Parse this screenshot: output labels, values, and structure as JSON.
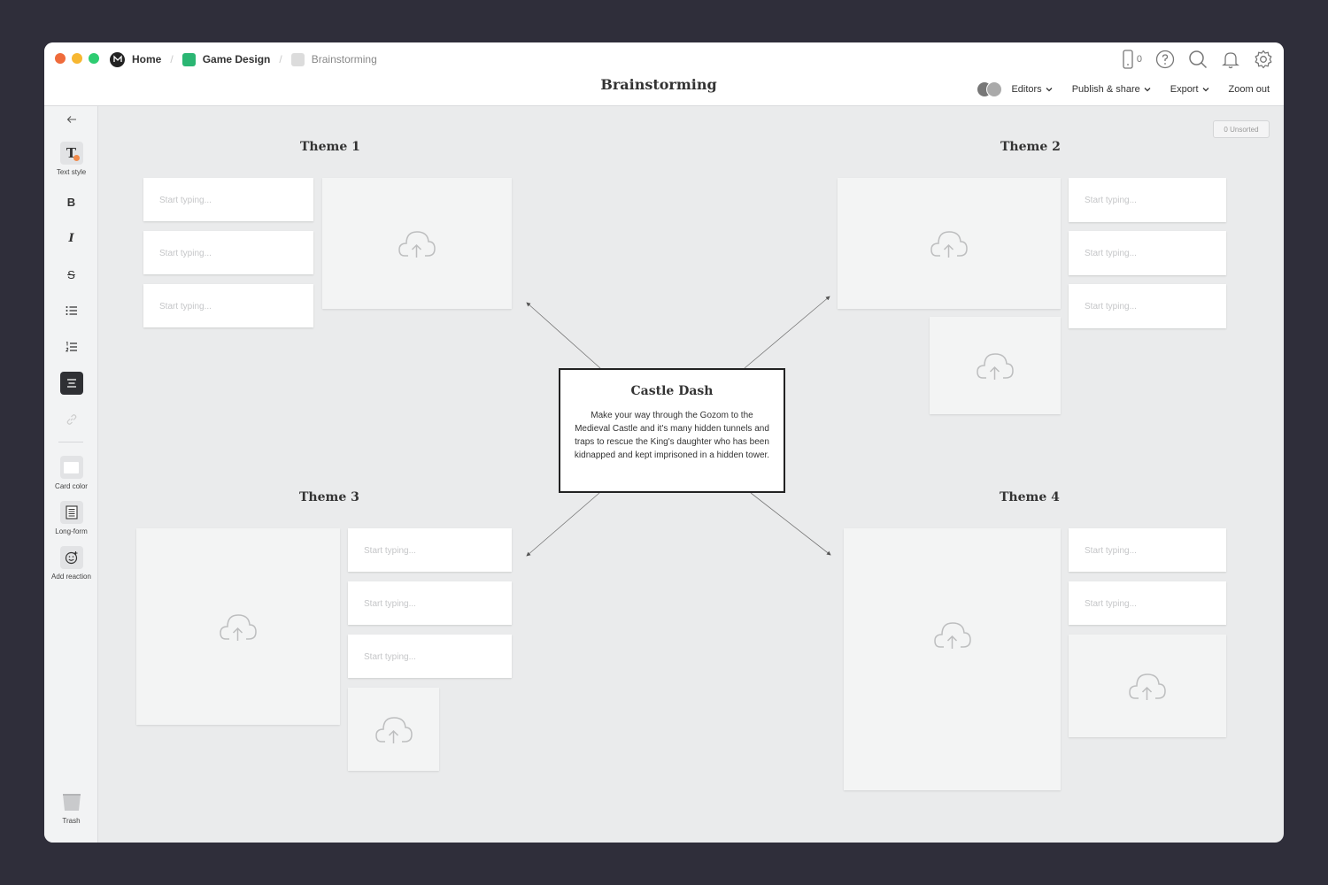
{
  "window_controls": {
    "close": "#ef6b3b",
    "minimize": "#f7b731",
    "maximize": "#2ecc71"
  },
  "breadcrumbs": [
    {
      "label": "Home"
    },
    {
      "label": "Game Design",
      "color": "#2bb673"
    },
    {
      "label": "Brainstorming",
      "color": "#dcdcdc"
    }
  ],
  "page_title": "Brainstorming",
  "top_icons": {
    "device_count": "0"
  },
  "menu": {
    "editors": "Editors",
    "publish": "Publish & share",
    "export": "Export",
    "zoom": "Zoom out"
  },
  "sidebar": {
    "text_style": "Text style",
    "bold": "B",
    "italic": "I",
    "strike": "S",
    "card_color": "Card color",
    "long_form": "Long-form",
    "add_reaction": "Add reaction",
    "trash": "Trash"
  },
  "unsorted": "0 Unsorted",
  "themes": [
    "Theme 1",
    "Theme 2",
    "Theme 3",
    "Theme 4"
  ],
  "placeholder": "Start typing...",
  "center_card": {
    "title": "Castle Dash",
    "body": "Make your way through the Gozom to the Medieval Castle and it's many hidden tunnels and traps to rescue the King's daughter who has been kidnapped and kept imprisoned in a hidden tower."
  }
}
